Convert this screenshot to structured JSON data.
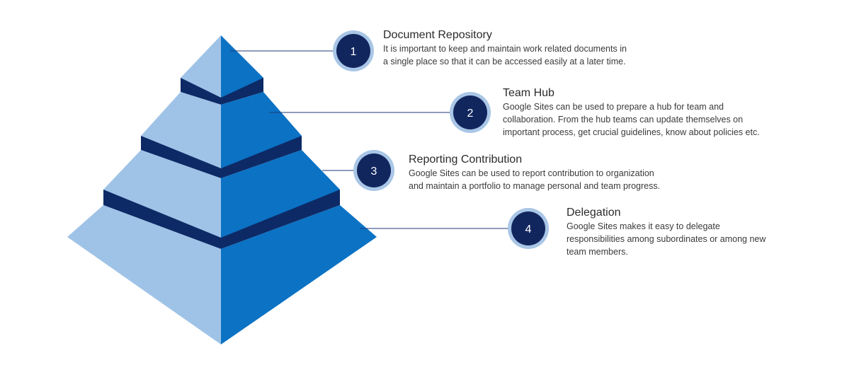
{
  "colors": {
    "light_face": "#9fc3e7",
    "dark_face": "#0b72c4",
    "band": "#0d2a66",
    "connector": "#1f3a7a",
    "circle_fill": "#12265e",
    "circle_ring": "#a9c6e6"
  },
  "steps": [
    {
      "number": "1",
      "title": "Document Repository",
      "desc_lines": [
        "It is important to keep and maintain work related documents in",
        "a single place so that it can be accessed easily at a later time."
      ]
    },
    {
      "number": "2",
      "title": "Team Hub",
      "desc_lines": [
        "Google Sites can be used to prepare a hub for team and",
        "collaboration. From the hub teams can update themselves on",
        "important process, get crucial guidelines, know about policies etc."
      ]
    },
    {
      "number": "3",
      "title": "Reporting Contribution",
      "desc_lines": [
        "Google Sites can be used to report contribution to organization",
        "and maintain a portfolio to manage personal and team progress."
      ]
    },
    {
      "number": "4",
      "title": "Delegation",
      "desc_lines": [
        "Google Sites makes it easy to delegate",
        "responsibilities among subordinates or among new",
        "team members."
      ]
    }
  ]
}
